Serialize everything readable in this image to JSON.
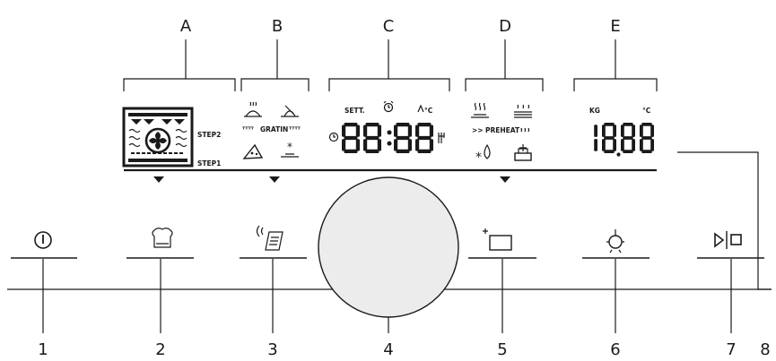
{
  "zone_labels": [
    "A",
    "B",
    "C",
    "D",
    "E"
  ],
  "button_numbers": [
    "1",
    "2",
    "3",
    "4",
    "5",
    "6",
    "7",
    "8"
  ],
  "display": {
    "step2": "STEP2",
    "step1": "STEP1",
    "gratin": "GRATIN",
    "gratin_marks_left": "ᵀᵀᵀᵀ",
    "gratin_marks_right": "ᵀᵀᵀᵀ",
    "sett": "SETT.",
    "temp_c_top": "°C",
    "preheat": "PREHEAT",
    "preheat_arrows": ">>",
    "kg": "KG",
    "unit_c": "°C",
    "main_digits": "88:88",
    "right_digits": "18.88"
  },
  "icons": {
    "button_1": "power-icon",
    "button_2": "chef-hat-icon",
    "button_3": "remote-recipe-icon",
    "button_4": "control-knob",
    "button_5": "add-time-icon",
    "button_6": "light-bulb-icon",
    "button_7": "start-stop-icon"
  }
}
